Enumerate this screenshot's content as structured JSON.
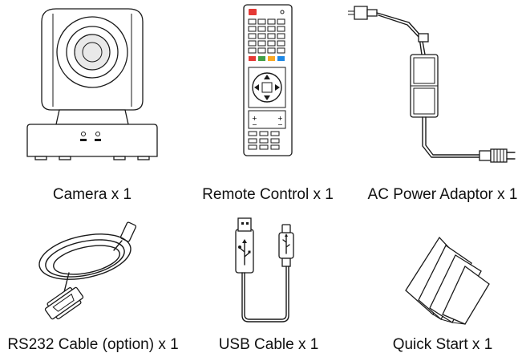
{
  "items": [
    {
      "caption": "Camera x 1"
    },
    {
      "caption": "Remote Control x 1"
    },
    {
      "caption": "AC Power Adaptor x 1"
    },
    {
      "caption": "RS232 Cable (option) x 1"
    },
    {
      "caption": "USB Cable x 1"
    },
    {
      "caption": "Quick Start x 1"
    }
  ],
  "colors": {
    "line": "#1a1a1a",
    "red_keys": "#e53935",
    "green_key": "#43a047",
    "yellow_key": "#f9a825",
    "blue_key": "#1e88e5"
  }
}
